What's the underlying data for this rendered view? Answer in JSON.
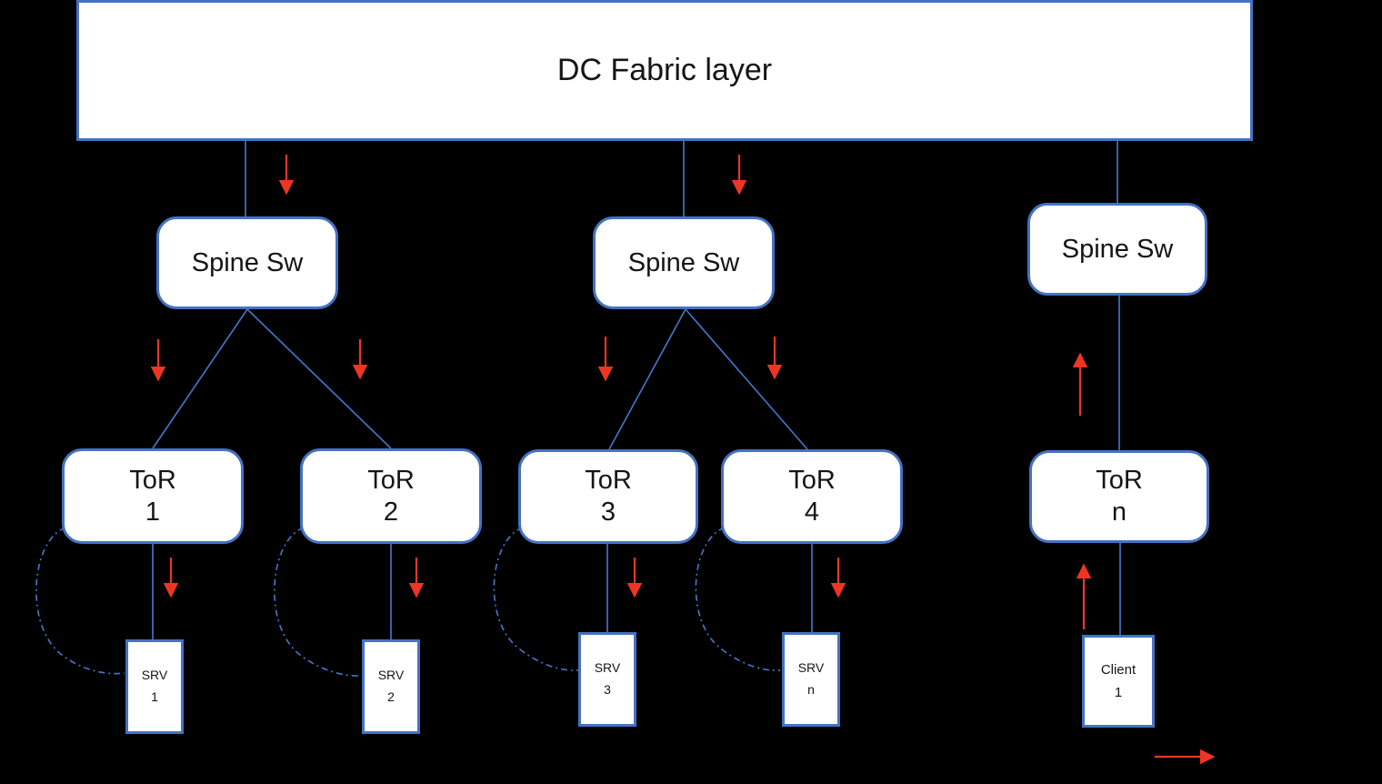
{
  "colors": {
    "background": "#000000",
    "box_border": "#4472c4",
    "box_fill": "#ffffff",
    "connector": "#4472c4",
    "arrow_red": "#ee3524",
    "text": "#151515"
  },
  "fabric": {
    "label": "DC Fabric layer"
  },
  "spines": [
    {
      "label": "Spine Sw"
    },
    {
      "label": "Spine Sw"
    },
    {
      "label": "Spine Sw"
    }
  ],
  "tors": [
    {
      "name": "ToR",
      "id": "1"
    },
    {
      "name": "ToR",
      "id": "2"
    },
    {
      "name": "ToR",
      "id": "3"
    },
    {
      "name": "ToR",
      "id": "4"
    },
    {
      "name": "ToR",
      "id": "n"
    }
  ],
  "endpoints": [
    {
      "name": "SRV",
      "id": "1"
    },
    {
      "name": "SRV",
      "id": "2"
    },
    {
      "name": "SRV",
      "id": "3"
    },
    {
      "name": "SRV",
      "id": "n"
    },
    {
      "name": "Client",
      "id": "1"
    }
  ]
}
